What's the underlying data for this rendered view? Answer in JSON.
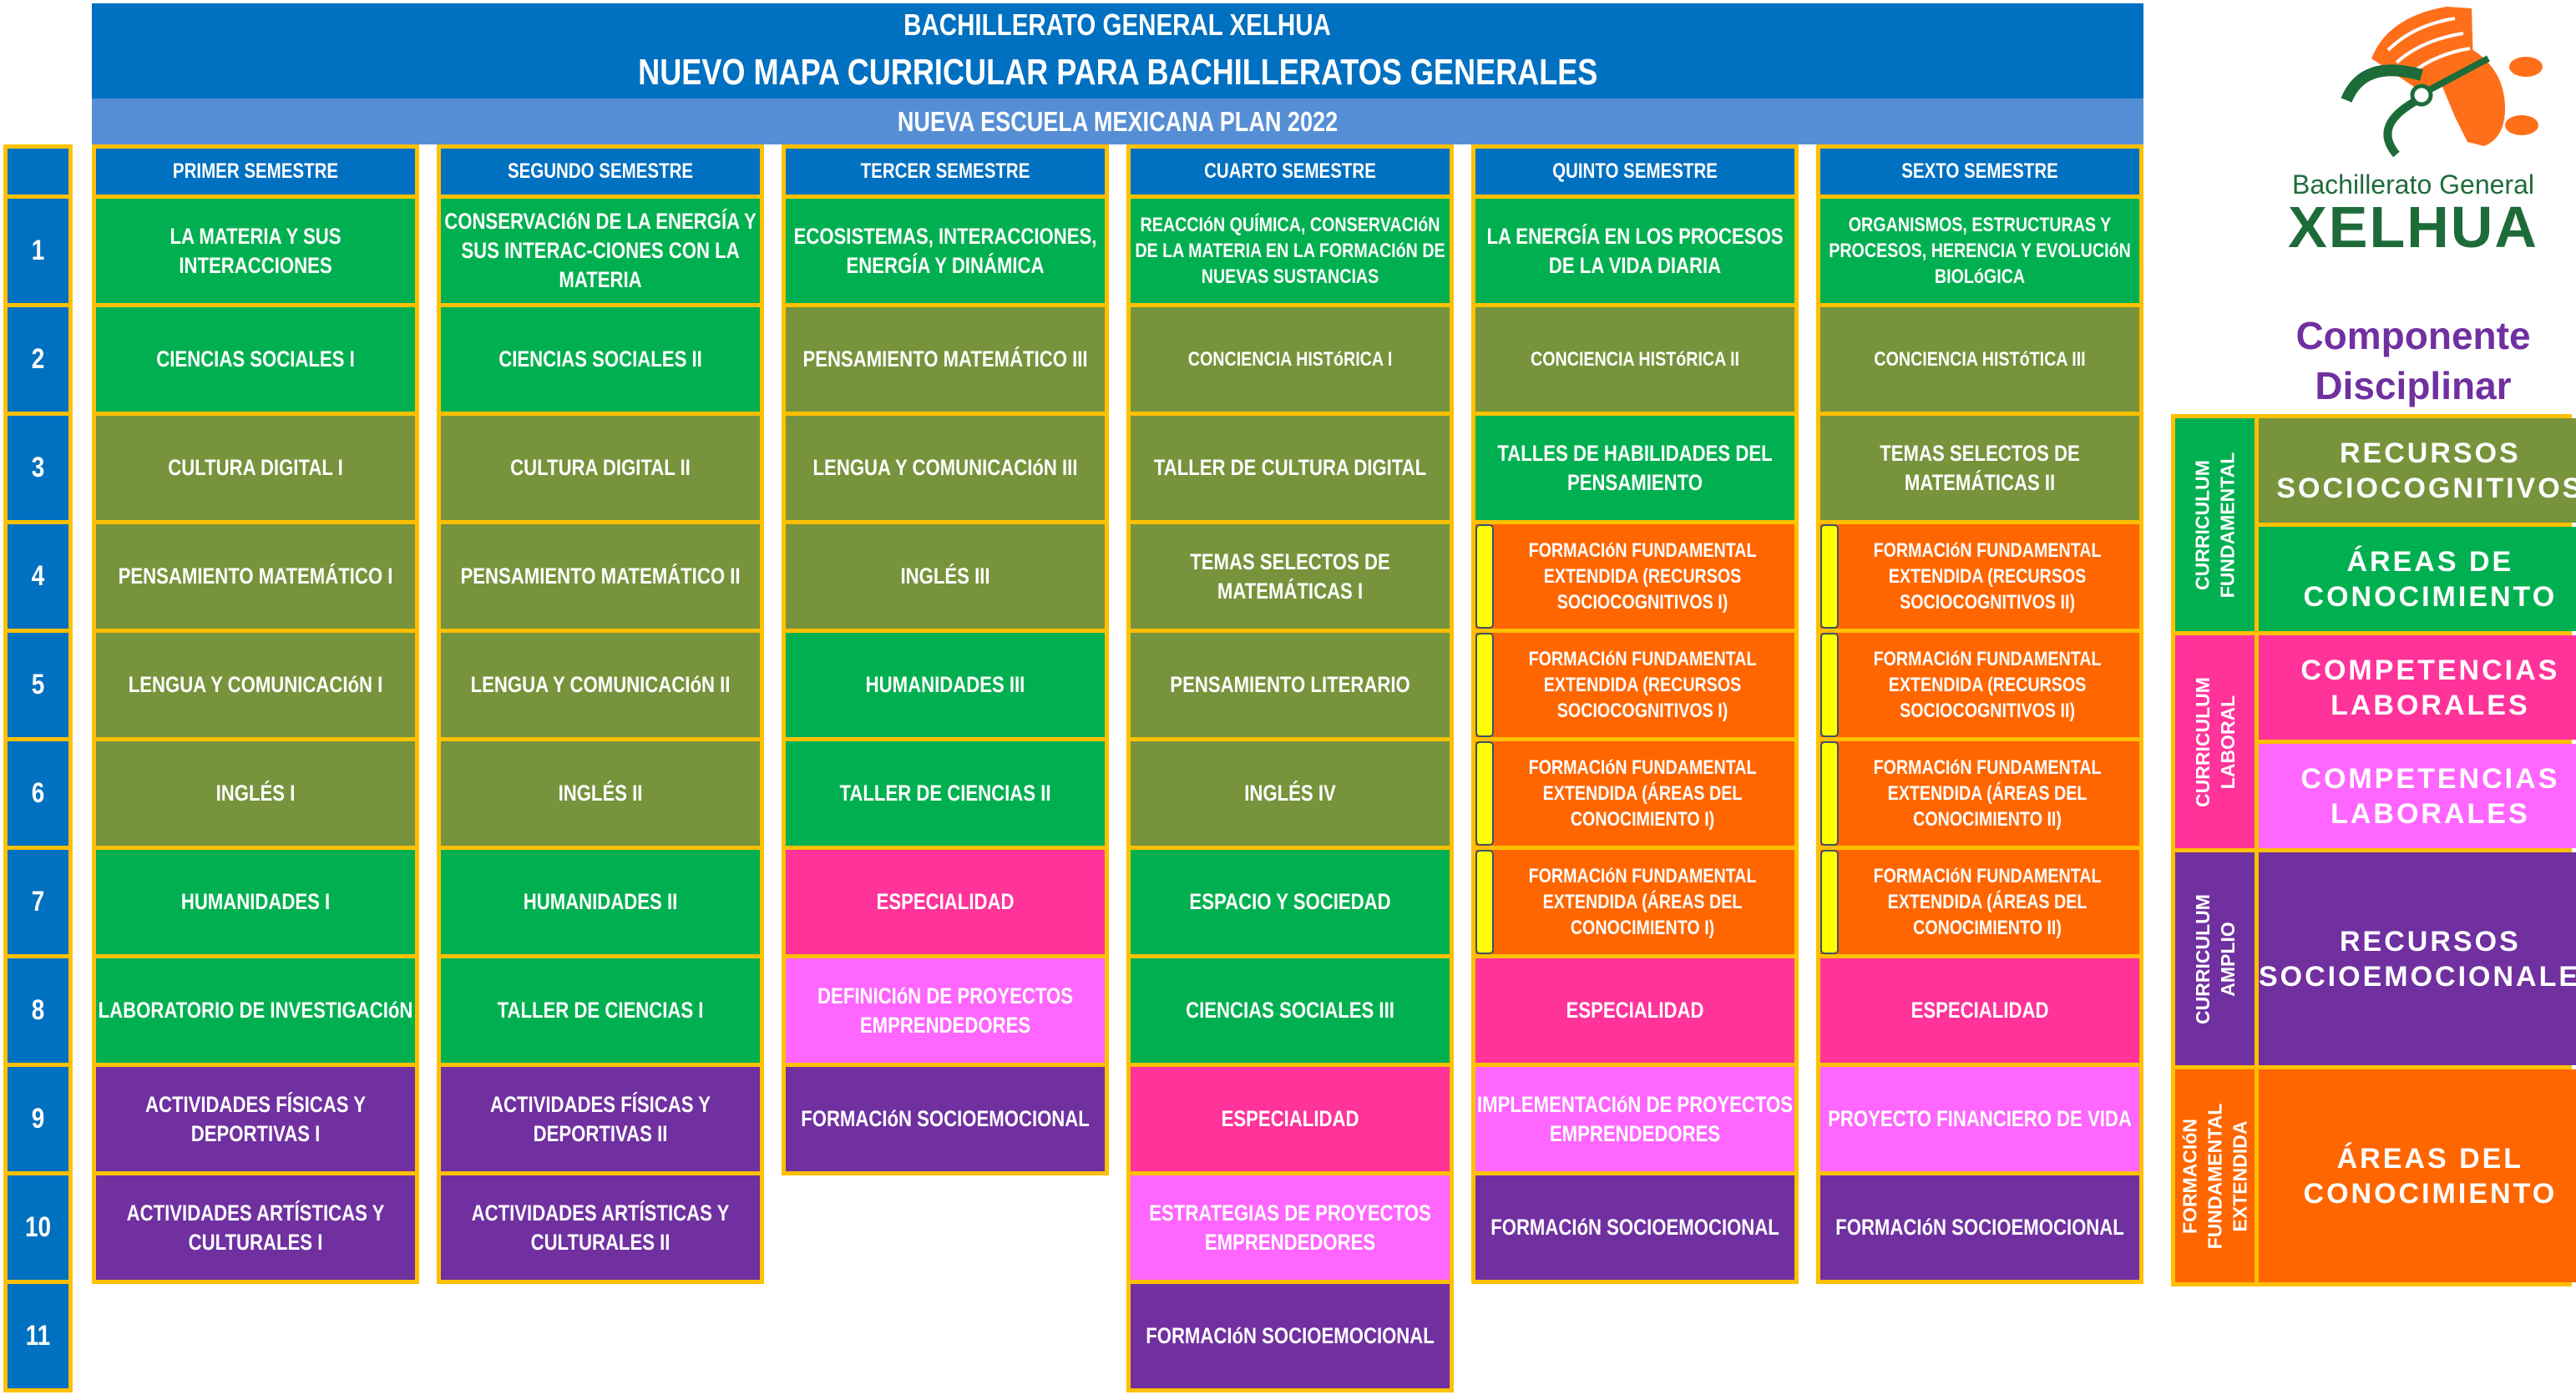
{
  "header": {
    "school": "BACHILLERATO GENERAL XELHUA",
    "title": "NUEVO MAPA CURRICULAR PARA BACHILLERATOS GENERALES",
    "subtitle": "NUEVA ESCUELA MEXICANA PLAN 2022"
  },
  "colors": {
    "blue": "#0070C0",
    "light_blue": "#558ED5",
    "green": "#00B050",
    "olive": "#77933C",
    "purple": "#7030A0",
    "pink": "#FF3399",
    "light_pink": "#FF66FF",
    "orange": "#FF6600",
    "border": "#FFC000",
    "tab": "#FFFF00"
  },
  "row_numbers": [
    "1",
    "2",
    "3",
    "4",
    "5",
    "6",
    "7",
    "8",
    "9",
    "10",
    "11"
  ],
  "semesters": [
    {
      "name": "PRIMER SEMESTRE",
      "subjects": [
        {
          "label": "LA MATERIA Y SUS INTERACCIONES",
          "color": "green"
        },
        {
          "label": "CIENCIAS SOCIALES I",
          "color": "green"
        },
        {
          "label": "CULTURA DIGITAL I",
          "color": "olive"
        },
        {
          "label": "PENSAMIENTO MATEMÁTICO I",
          "color": "olive"
        },
        {
          "label": "LENGUA Y COMUNICACIóN I",
          "color": "olive"
        },
        {
          "label": "INGLÉS I",
          "color": "olive"
        },
        {
          "label": "HUMANIDADES I",
          "color": "green"
        },
        {
          "label": "LABORATORIO DE INVESTIGACIóN",
          "color": "green"
        },
        {
          "label": "ACTIVIDADES FÍSICAS Y DEPORTIVAS I",
          "color": "purple"
        },
        {
          "label": "ACTIVIDADES ARTÍSTICAS Y CULTURALES I",
          "color": "purple"
        }
      ]
    },
    {
      "name": "SEGUNDO SEMESTRE",
      "subjects": [
        {
          "label": "CONSERVACIóN DE LA ENERGÍA Y SUS INTERAC-CIONES CON LA MATERIA",
          "color": "green"
        },
        {
          "label": "CIENCIAS SOCIALES II",
          "color": "green"
        },
        {
          "label": "CULTURA DIGITAL II",
          "color": "olive"
        },
        {
          "label": "PENSAMIENTO MATEMÁTICO II",
          "color": "olive"
        },
        {
          "label": "LENGUA Y COMUNICACIóN II",
          "color": "olive"
        },
        {
          "label": "INGLÉS II",
          "color": "olive"
        },
        {
          "label": "HUMANIDADES II",
          "color": "green"
        },
        {
          "label": "TALLER DE CIENCIAS I",
          "color": "green"
        },
        {
          "label": "ACTIVIDADES FÍSICAS Y DEPORTIVAS II",
          "color": "purple"
        },
        {
          "label": "ACTIVIDADES ARTÍSTICAS Y CULTURALES II",
          "color": "purple"
        }
      ]
    },
    {
      "name": "TERCER SEMESTRE",
      "subjects": [
        {
          "label": "ECOSISTEMAS, INTERACCIONES, ENERGÍA Y DINÁMICA",
          "color": "green"
        },
        {
          "label": "PENSAMIENTO MATEMÁTICO III",
          "color": "olive"
        },
        {
          "label": "LENGUA Y COMUNICACIóN III",
          "color": "olive"
        },
        {
          "label": "INGLÉS III",
          "color": "olive"
        },
        {
          "label": "HUMANIDADES III",
          "color": "green"
        },
        {
          "label": "TALLER DE CIENCIAS II",
          "color": "green"
        },
        {
          "label": "ESPECIALIDAD",
          "color": "pink"
        },
        {
          "label": "DEFINICIóN DE PROYECTOS EMPRENDEDORES",
          "color": "light_pink"
        },
        {
          "label": "FORMACIóN SOCIOEMOCIONAL",
          "color": "purple"
        }
      ]
    },
    {
      "name": "CUARTO SEMESTRE",
      "subjects": [
        {
          "label": "REACCIóN QUÍMICA, CONSERVACIóN DE LA MATERIA EN LA FORMACIóN DE NUEVAS SUSTANCIAS",
          "color": "green",
          "small": true
        },
        {
          "label": "CONCIENCIA HISTóRICA I",
          "color": "olive",
          "small": true
        },
        {
          "label": "TALLER DE CULTURA DIGITAL",
          "color": "olive"
        },
        {
          "label": "TEMAS SELECTOS DE MATEMÁTICAS I",
          "color": "olive"
        },
        {
          "label": "PENSAMIENTO LITERARIO",
          "color": "olive"
        },
        {
          "label": "INGLÉS IV",
          "color": "olive"
        },
        {
          "label": "ESPACIO Y SOCIEDAD",
          "color": "green"
        },
        {
          "label": "CIENCIAS SOCIALES III",
          "color": "green"
        },
        {
          "label": "ESPECIALIDAD",
          "color": "pink"
        },
        {
          "label": "ESTRATEGIAS DE PROYECTOS EMPRENDEDORES",
          "color": "light_pink"
        },
        {
          "label": "FORMACIóN SOCIOEMOCIONAL",
          "color": "purple"
        }
      ]
    },
    {
      "name": "QUINTO SEMESTRE",
      "subjects": [
        {
          "label": "LA ENERGÍA EN LOS PROCESOS DE LA VIDA DIARIA",
          "color": "green"
        },
        {
          "label": "CONCIENCIA HISTóRICA II",
          "color": "olive",
          "small": true
        },
        {
          "label": "TALLES DE HABILIDADES DEL PENSAMIENTO",
          "color": "green"
        },
        {
          "label": "FORMACIóN FUNDAMENTAL EXTENDIDA (RECURSOS SOCIOCOGNITIVOS I)",
          "color": "orange",
          "small": true
        },
        {
          "label": "FORMACIóN FUNDAMENTAL EXTENDIDA (RECURSOS SOCIOCOGNITIVOS I)",
          "color": "orange",
          "small": true
        },
        {
          "label": "FORMACIóN FUNDAMENTAL EXTENDIDA (ÁREAS DEL CONOCIMIENTO I)",
          "color": "orange",
          "small": true
        },
        {
          "label": "FORMACIóN FUNDAMENTAL EXTENDIDA (ÁREAS DEL CONOCIMIENTO I)",
          "color": "orange",
          "small": true
        },
        {
          "label": "ESPECIALIDAD",
          "color": "pink"
        },
        {
          "label": "IMPLEMENTACIóN DE PROYECTOS EMPRENDEDORES",
          "color": "light_pink"
        },
        {
          "label": "FORMACIóN SOCIOEMOCIONAL",
          "color": "purple"
        }
      ]
    },
    {
      "name": "SEXTO SEMESTRE",
      "subjects": [
        {
          "label": "ORGANISMOS, ESTRUCTURAS Y PROCESOS, HERENCIA Y EVOLUCIóN BIOLóGICA",
          "color": "green",
          "small": true
        },
        {
          "label": "CONCIENCIA HISTóTICA III",
          "color": "olive",
          "small": true
        },
        {
          "label": "TEMAS SELECTOS DE MATEMÁTICAS II",
          "color": "olive"
        },
        {
          "label": "FORMACIóN FUNDAMENTAL EXTENDIDA (RECURSOS SOCIOCOGNITIVOS II)",
          "color": "orange",
          "small": true
        },
        {
          "label": "FORMACIóN FUNDAMENTAL EXTENDIDA (RECURSOS SOCIOCOGNITIVOS II)",
          "color": "orange",
          "small": true
        },
        {
          "label": "FORMACIóN FUNDAMENTAL EXTENDIDA (ÁREAS DEL CONOCIMIENTO II)",
          "color": "orange",
          "small": true
        },
        {
          "label": "FORMACIóN FUNDAMENTAL EXTENDIDA (ÁREAS DEL CONOCIMIENTO II)",
          "color": "orange",
          "small": true
        },
        {
          "label": "ESPECIALIDAD",
          "color": "pink"
        },
        {
          "label": "PROYECTO FINANCIERO DE VIDA",
          "color": "light_pink"
        },
        {
          "label": "FORMACIóN SOCIOEMOCIONAL",
          "color": "purple"
        }
      ]
    }
  ],
  "logo": {
    "line1": "Bachillerato General",
    "line2": "XELHUA"
  },
  "legend": {
    "title": "Componente Disciplinar",
    "groups": [
      {
        "label": "CURRICULUM\nFUNDAMENTAL",
        "color": "green",
        "items": [
          {
            "label": "RECURSOS SOCIOCOGNITIVOS",
            "color": "olive",
            "span": 1
          },
          {
            "label": "ÁREAS DE CONOCIMIENTO",
            "color": "green",
            "span": 1
          }
        ]
      },
      {
        "label": "CURRICULUM\nLABORAL",
        "color": "pink",
        "items": [
          {
            "label": "COMPETENCIAS LABORALES",
            "color": "pink",
            "span": 1
          },
          {
            "label": "COMPETENCIAS LABORALES",
            "color": "light_pink",
            "span": 1
          }
        ]
      },
      {
        "label": "CURRICULUM\nAMPLIO",
        "color": "purple",
        "items": [
          {
            "label": "RECURSOS SOCIOEMOCIONALES",
            "color": "purple",
            "span": 2
          }
        ]
      },
      {
        "label": "FORMACIóN\nFUNDAMENTAL\nEXTENDIDA",
        "color": "orange",
        "items": [
          {
            "label": "ÁREAS DEL CONOCIMIENTO",
            "color": "orange",
            "span": 2
          }
        ]
      }
    ]
  }
}
